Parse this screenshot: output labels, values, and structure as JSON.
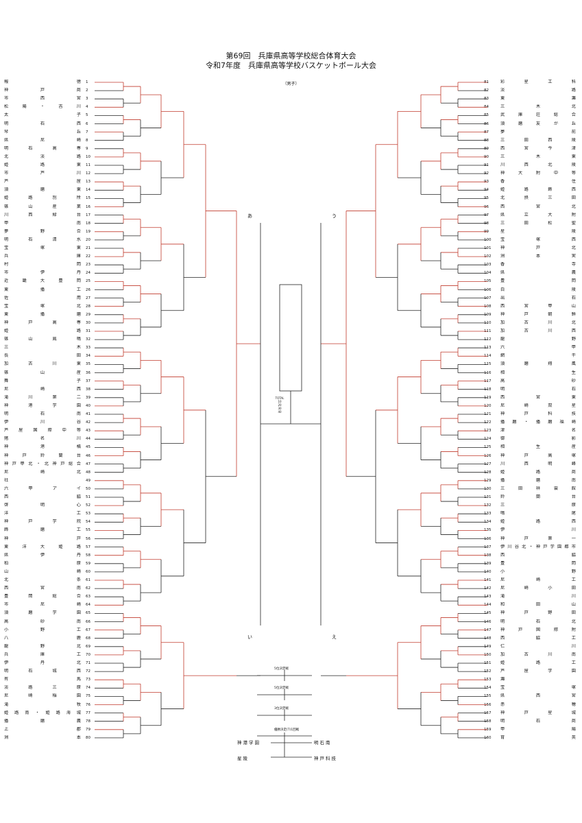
{
  "title": {
    "line1": "第69回　兵庫県高等学校総合体育大会",
    "line2": "令和7年度　兵庫県高等学校バスケットボール大会",
    "category": "（男子）"
  },
  "left_teams": [
    {
      "n": "1",
      "name": "報徳"
    },
    {
      "n": "2",
      "name": "神戸商"
    },
    {
      "n": "3",
      "name": "市西宮"
    },
    {
      "n": "4",
      "name": "松陽・吉川"
    },
    {
      "n": "5",
      "name": "太子"
    },
    {
      "n": "6",
      "name": "明石西"
    },
    {
      "n": "7",
      "name": "琴丘"
    },
    {
      "n": "8",
      "name": "県尼崎"
    },
    {
      "n": "9",
      "name": "明石高専"
    },
    {
      "n": "10",
      "name": "北淡路"
    },
    {
      "n": "11",
      "name": "姫路東"
    },
    {
      "n": "12",
      "name": "市芦川"
    },
    {
      "n": "13",
      "name": "芦屋"
    },
    {
      "n": "14",
      "name": "須磨東"
    },
    {
      "n": "15",
      "name": "姫路別所"
    },
    {
      "n": "16",
      "name": "篠山産業"
    },
    {
      "n": "17",
      "name": "川西緑台"
    },
    {
      "n": "18",
      "name": "甲南"
    },
    {
      "n": "19",
      "name": "夢野合"
    },
    {
      "n": "20",
      "name": "明石清水"
    },
    {
      "n": "21",
      "name": "宝塚東"
    },
    {
      "n": "22",
      "name": "兵庫"
    },
    {
      "n": "23",
      "name": "村岡"
    },
    {
      "n": "24",
      "name": "市伊丹"
    },
    {
      "n": "25",
      "name": "近畿大豊岡"
    },
    {
      "n": "26",
      "name": "東播工"
    },
    {
      "n": "27",
      "name": "佐用"
    },
    {
      "n": "28",
      "name": "宝塚北"
    },
    {
      "n": "29",
      "name": "東播磨"
    },
    {
      "n": "30",
      "name": "神戸高専"
    },
    {
      "n": "31",
      "name": "姫路"
    },
    {
      "n": "32",
      "name": "篠山鳳鳴"
    },
    {
      "n": "33",
      "name": "三木"
    },
    {
      "n": "34",
      "name": "長田"
    },
    {
      "n": "35",
      "name": "加古川東"
    },
    {
      "n": "36",
      "name": "篠山産"
    },
    {
      "n": "37",
      "name": "舞子"
    },
    {
      "n": "38",
      "name": "尼崎西"
    },
    {
      "n": "39",
      "name": "滝川第二"
    },
    {
      "n": "40",
      "name": "神港学園"
    },
    {
      "n": "41",
      "name": "明石南"
    },
    {
      "n": "42",
      "name": "伊川谷"
    },
    {
      "n": "43",
      "name": "芦屋国際中等"
    },
    {
      "n": "44",
      "name": "猪名川"
    },
    {
      "n": "45",
      "name": "神港橘"
    },
    {
      "n": "46",
      "name": "神戸鈴蘭台"
    },
    {
      "n": "47",
      "name": "神戸甲北・北神戸総合"
    },
    {
      "n": "48",
      "name": "尼崎北"
    },
    {
      "n": "49",
      "name": "社"
    },
    {
      "n": "50",
      "name": "六甲アイ"
    },
    {
      "n": "51",
      "name": "西脇"
    },
    {
      "n": "52",
      "name": "啓明心"
    },
    {
      "n": "53",
      "name": "洋工"
    },
    {
      "n": "54",
      "name": "神戸学院"
    },
    {
      "n": "55",
      "name": "飾磨工"
    },
    {
      "n": "56",
      "name": "神戸"
    },
    {
      "n": "57",
      "name": "東洋大姫路"
    },
    {
      "n": "58",
      "name": "県伊丹"
    },
    {
      "n": "59",
      "name": "柏原"
    },
    {
      "n": "60",
      "name": "山崎"
    },
    {
      "n": "61",
      "name": "北条"
    },
    {
      "n": "62",
      "name": "西宮南"
    },
    {
      "n": "63",
      "name": "豊岡総合"
    },
    {
      "n": "64",
      "name": "市尼崎"
    },
    {
      "n": "65",
      "name": "須磨学園"
    },
    {
      "n": "66",
      "name": "高砂南"
    },
    {
      "n": "67",
      "name": "小野工"
    },
    {
      "n": "68",
      "name": "八鹿"
    },
    {
      "n": "69",
      "name": "龍野北"
    },
    {
      "n": "70",
      "name": "兵庫工"
    },
    {
      "n": "71",
      "name": "伊丹北"
    },
    {
      "n": "72",
      "name": "明石城西"
    },
    {
      "n": "73",
      "name": "有馬"
    },
    {
      "n": "74",
      "name": "淡路三原"
    },
    {
      "n": "75",
      "name": "尼崎稲園"
    },
    {
      "n": "76",
      "name": "滝牧"
    },
    {
      "n": "77",
      "name": "姫路南・姫路海城"
    },
    {
      "n": "78",
      "name": "播磨農"
    },
    {
      "n": "79",
      "name": "上郡"
    },
    {
      "n": "80",
      "name": "洲本"
    }
  ],
  "right_teams": [
    {
      "n": "81",
      "name": "彩星工科"
    },
    {
      "n": "82",
      "name": "淡路"
    },
    {
      "n": "83",
      "name": "東灘"
    },
    {
      "n": "84",
      "name": "三木北"
    },
    {
      "n": "85",
      "name": "武庫荘総合"
    },
    {
      "n": "86",
      "name": "須磨友が丘"
    },
    {
      "n": "87",
      "name": "夢前"
    },
    {
      "n": "88",
      "name": "三田西陵"
    },
    {
      "n": "89",
      "name": "西宮今津"
    },
    {
      "n": "90",
      "name": "三木東"
    },
    {
      "n": "91",
      "name": "川西北陵"
    },
    {
      "n": "92",
      "name": "神大附中等"
    },
    {
      "n": "93",
      "name": "香住"
    },
    {
      "n": "94",
      "name": "姫路飾西"
    },
    {
      "n": "95",
      "name": "北摂三田"
    },
    {
      "n": "96",
      "name": "西宮北"
    },
    {
      "n": "97",
      "name": "県立大附"
    },
    {
      "n": "98",
      "name": "三田松聖"
    },
    {
      "n": "99",
      "name": "星陵"
    },
    {
      "n": "100",
      "name": "宝塚西"
    },
    {
      "n": "101",
      "name": "神戸北"
    },
    {
      "n": "102",
      "name": "洲本実"
    },
    {
      "n": "103",
      "name": "香寺"
    },
    {
      "n": "104",
      "name": "県農"
    },
    {
      "n": "105",
      "name": "豊岡"
    },
    {
      "n": "106",
      "name": "白陵"
    },
    {
      "n": "107",
      "name": "出石"
    },
    {
      "n": "108",
      "name": "西宮甲山"
    },
    {
      "n": "109",
      "name": "神戸朝鮮"
    },
    {
      "n": "110",
      "name": "加古川北"
    },
    {
      "n": "111",
      "name": "加古川西"
    },
    {
      "n": "112",
      "name": "龍野"
    },
    {
      "n": "113",
      "name": "六甲"
    },
    {
      "n": "114",
      "name": "網干"
    },
    {
      "n": "115",
      "name": "須磨翔風"
    },
    {
      "n": "116",
      "name": "相生"
    },
    {
      "n": "117",
      "name": "高砂"
    },
    {
      "n": "118",
      "name": "明石"
    },
    {
      "n": "119",
      "name": "西宮東"
    },
    {
      "n": "120",
      "name": "尼崎双星"
    },
    {
      "n": "121",
      "name": "神戸科技"
    },
    {
      "n": "122",
      "name": "播磨・播磨福崎"
    },
    {
      "n": "123",
      "name": "津名"
    },
    {
      "n": "124",
      "name": "御影"
    },
    {
      "n": "125",
      "name": "相生産"
    },
    {
      "n": "126",
      "name": "神戸高塚"
    },
    {
      "n": "127",
      "name": "川西明峰"
    },
    {
      "n": "128",
      "name": "姫路商"
    },
    {
      "n": "129",
      "name": "播磨南"
    },
    {
      "n": "130",
      "name": "三田祥雲館"
    },
    {
      "n": "131",
      "name": "鈴蘭台"
    },
    {
      "n": "132",
      "name": "三原"
    },
    {
      "n": "133",
      "name": "鳴尾"
    },
    {
      "n": "134",
      "name": "姫路西"
    },
    {
      "n": "135",
      "name": "伊川"
    },
    {
      "n": "136",
      "name": "神戸第一"
    },
    {
      "n": "137",
      "name": "伊川谷北・神戸学園都市"
    },
    {
      "n": "138",
      "name": "西脇"
    },
    {
      "n": "139",
      "name": "豊岡"
    },
    {
      "n": "140",
      "name": "小野"
    },
    {
      "n": "141",
      "name": "尼崎工"
    },
    {
      "n": "142",
      "name": "尼崎小田"
    },
    {
      "n": "143",
      "name": "滝川"
    },
    {
      "n": "144",
      "name": "和田山"
    },
    {
      "n": "145",
      "name": "神戸野田"
    },
    {
      "n": "146",
      "name": "明石北"
    },
    {
      "n": "147",
      "name": "神戸国際附"
    },
    {
      "n": "148",
      "name": "西脇工"
    },
    {
      "n": "149",
      "name": "仁川"
    },
    {
      "n": "150",
      "name": "加古川南"
    },
    {
      "n": "151",
      "name": "姫路工"
    },
    {
      "n": "152",
      "name": "芦屋学園"
    },
    {
      "n": "153",
      "name": "灘"
    },
    {
      "n": "154",
      "name": "宝塚"
    },
    {
      "n": "155",
      "name": "県西宮"
    },
    {
      "n": "156",
      "name": "赤穂"
    },
    {
      "n": "157",
      "name": "神戸星城"
    },
    {
      "n": "158",
      "name": "明石商"
    },
    {
      "n": "159",
      "name": "甲陽"
    },
    {
      "n": "160",
      "name": "育英"
    }
  ],
  "block_labels": {
    "a": "あ",
    "i": "い",
    "u": "う",
    "e": "え"
  },
  "total_box": {
    "title": "TOTAL",
    "q1": "10",
    "q2": "20",
    "q3": "30",
    "q4": "40"
  },
  "placement": {
    "p5": "5位決定戦",
    "p5b": "5位決定戦",
    "p3": "3位決定戦",
    "final": "優勝決定(T)1回戦"
  },
  "finals": {
    "team_a": "神港学園",
    "team_b": "明石南",
    "team_c": "星陵",
    "team_d": "神戸科技"
  }
}
